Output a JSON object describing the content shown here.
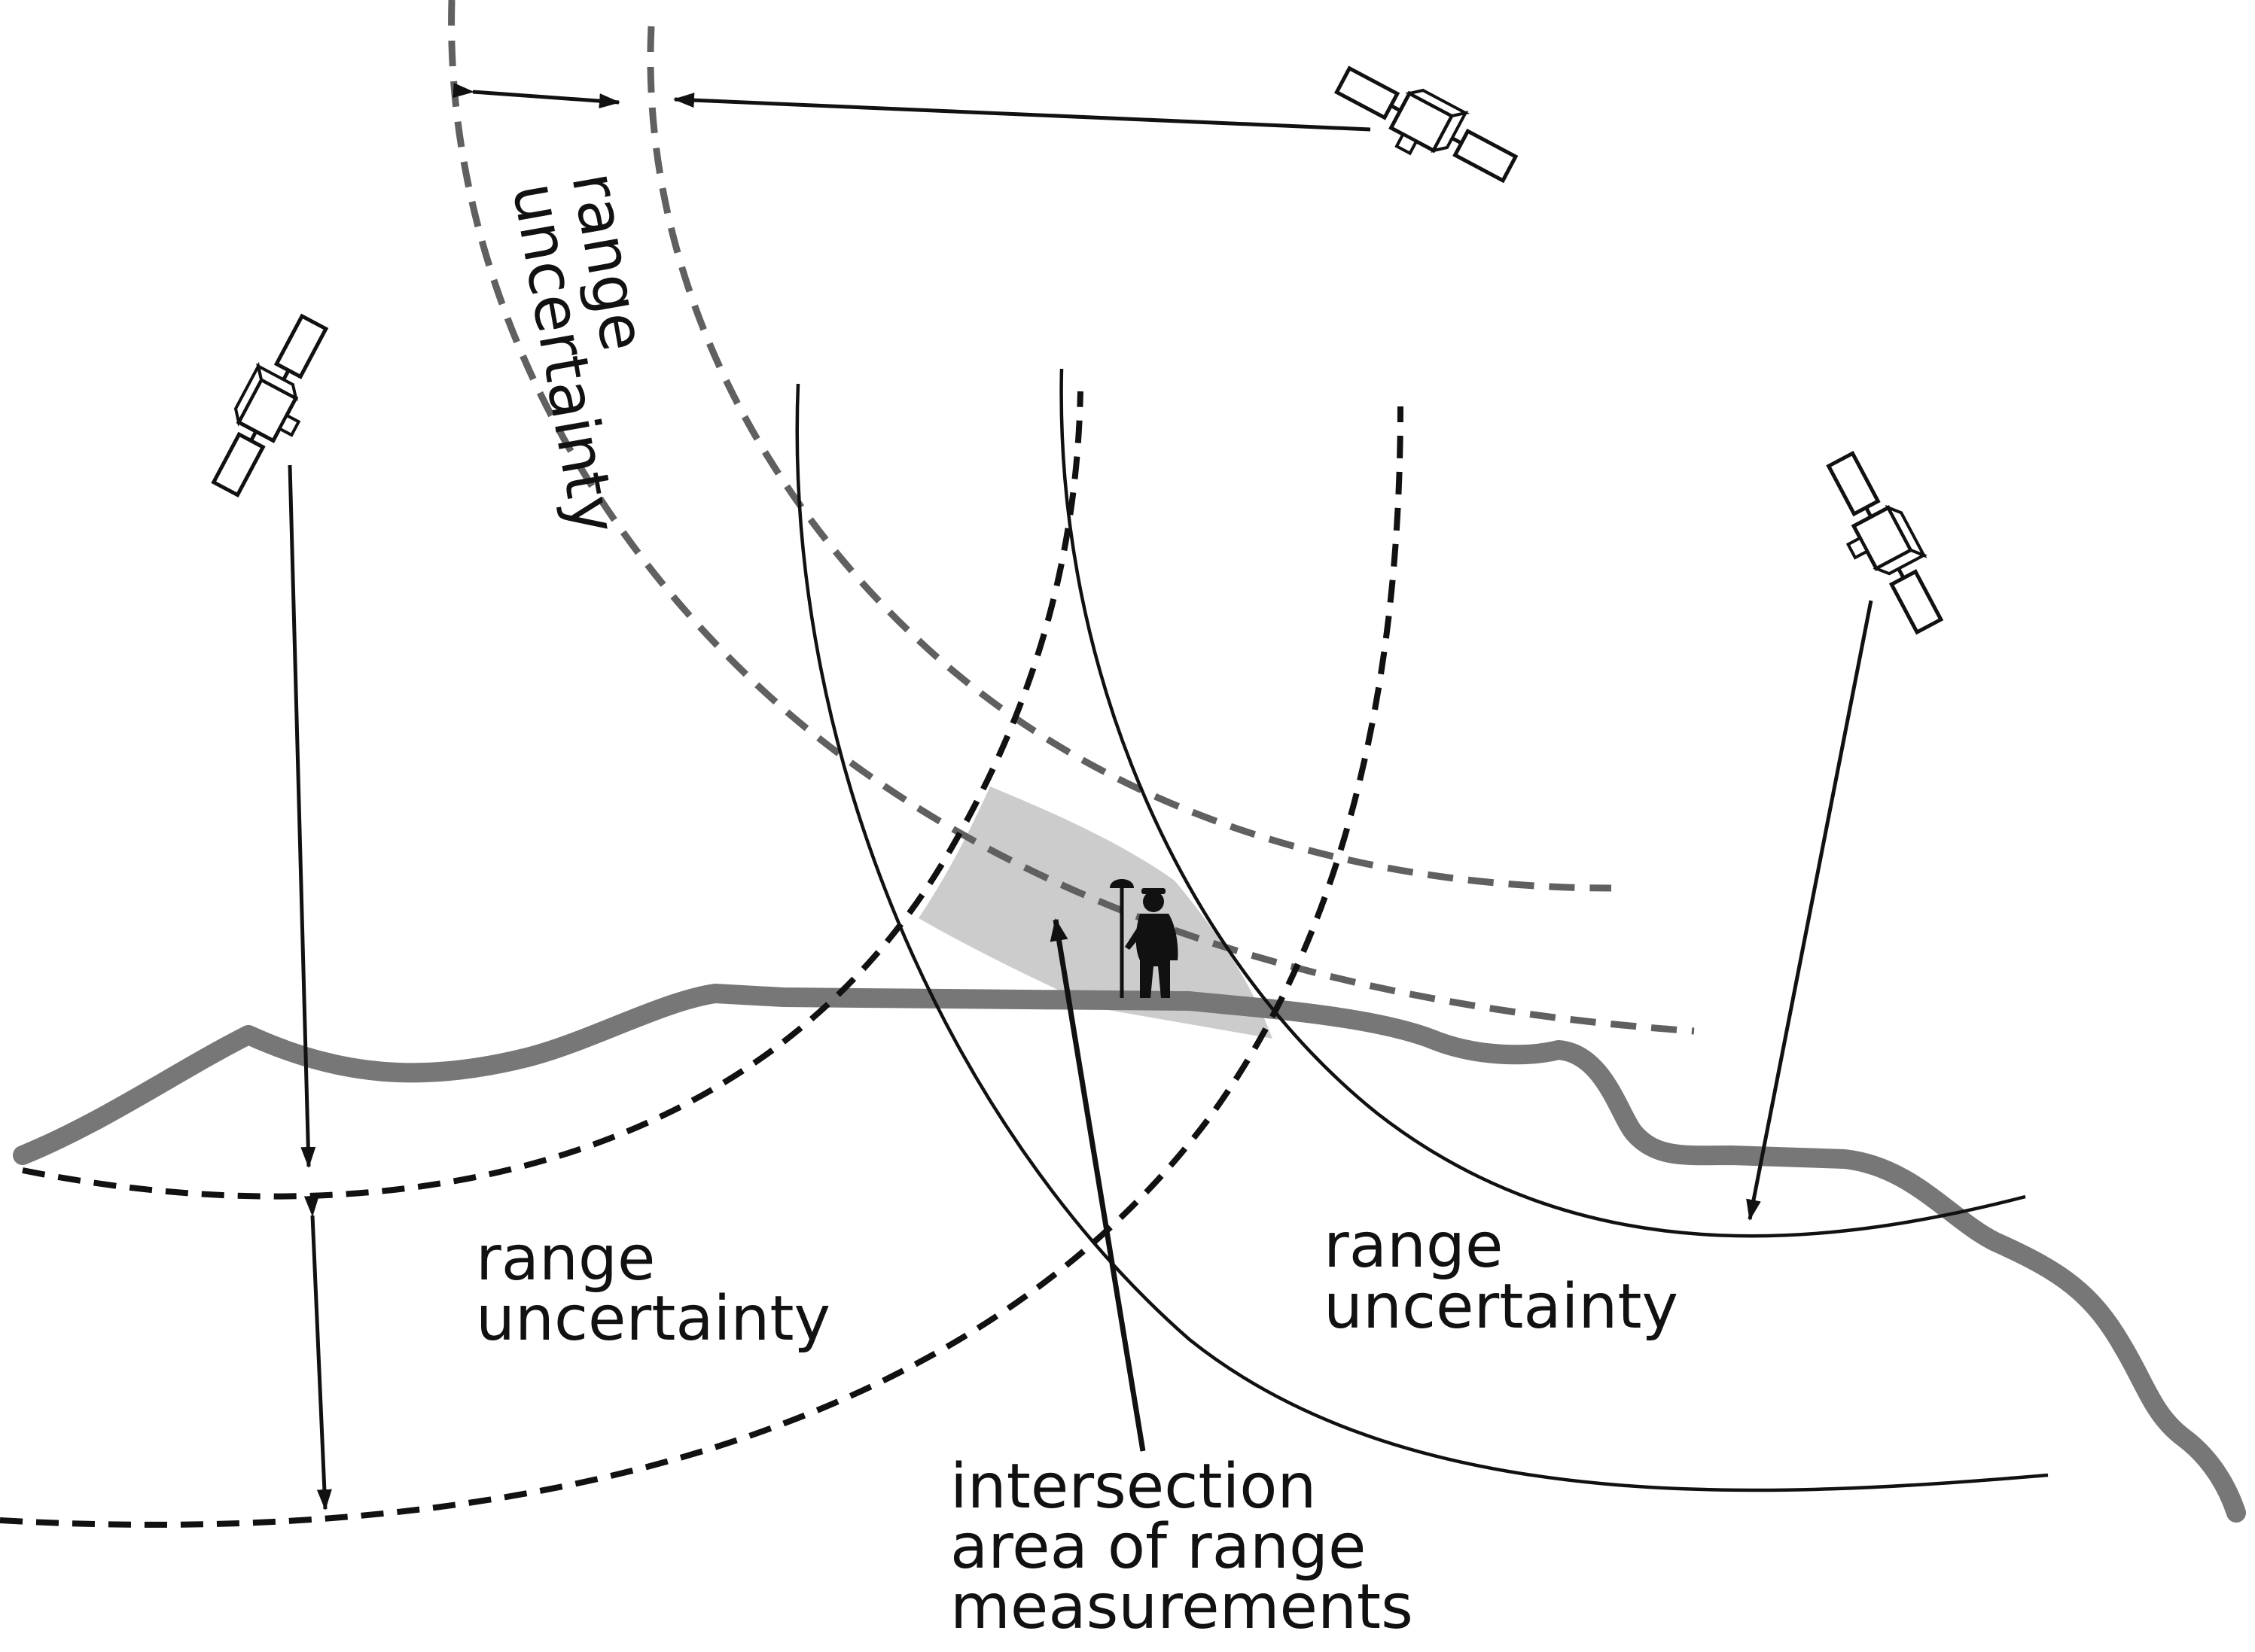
{
  "labels": {
    "top_range_uncertainty": [
      "range",
      "uncertainty"
    ],
    "left_range_uncertainty": [
      "range",
      "uncertainty"
    ],
    "right_range_uncertainty": [
      "range",
      "uncertainty"
    ],
    "intersection": [
      "intersection",
      "area of range",
      "measurements"
    ]
  },
  "icons": [
    "satellite-icon",
    "surveyor-icon",
    "gnss-antenna-icon"
  ],
  "colors": {
    "solid_arc": "#111111",
    "dashed_arc_black": "#111111",
    "dashed_arc_gray": "#606060",
    "terrain": "#777777",
    "intersection_fill": "#cccccc"
  }
}
